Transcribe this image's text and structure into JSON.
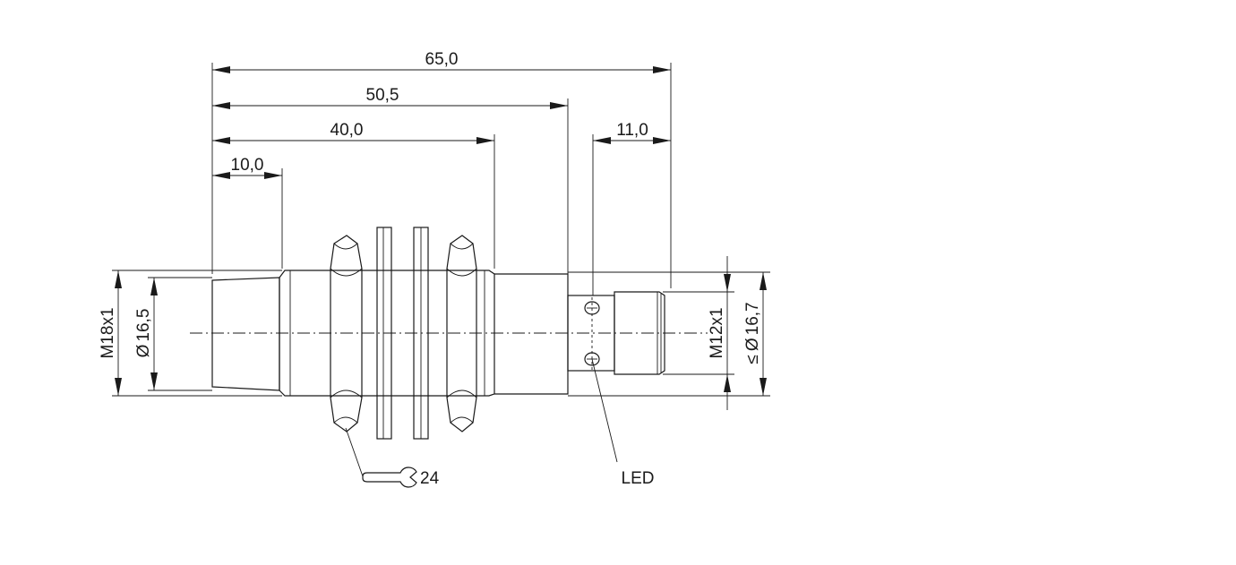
{
  "dimensions": {
    "overall_length": "65,0",
    "length_to_connector": "50,5",
    "thread_length": "40,0",
    "front_length": "10,0",
    "connector_length": "11,0"
  },
  "labels": {
    "thread_main": "M18x1",
    "diameter_front": "16,5",
    "thread_connector": "M12x1",
    "diameter_max": "16,7",
    "diameter_symbol": "Ø",
    "le_symbol": "≤",
    "wrench_size": "24",
    "led": "LED"
  }
}
